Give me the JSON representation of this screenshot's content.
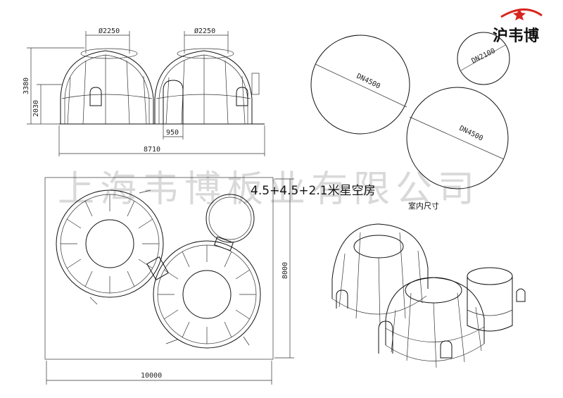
{
  "logo": {
    "text": "沪韦博",
    "accent_color": "#d7261e"
  },
  "watermark": "上海韦博板业有限公司",
  "title": "4.5+4.5+2.1米星空房",
  "subtitle": "室内尺寸",
  "front_view": {
    "dia_left": "Ø2250",
    "dia_right": "Ø2250",
    "height_total": "3380",
    "height_wall": "2030",
    "door_width": "950",
    "total_width": "8710"
  },
  "circles": {
    "large_1": "DN4500",
    "small": "DN2100",
    "large_2": "DN4500"
  },
  "plan_view": {
    "width": "10000",
    "depth": "8000"
  }
}
